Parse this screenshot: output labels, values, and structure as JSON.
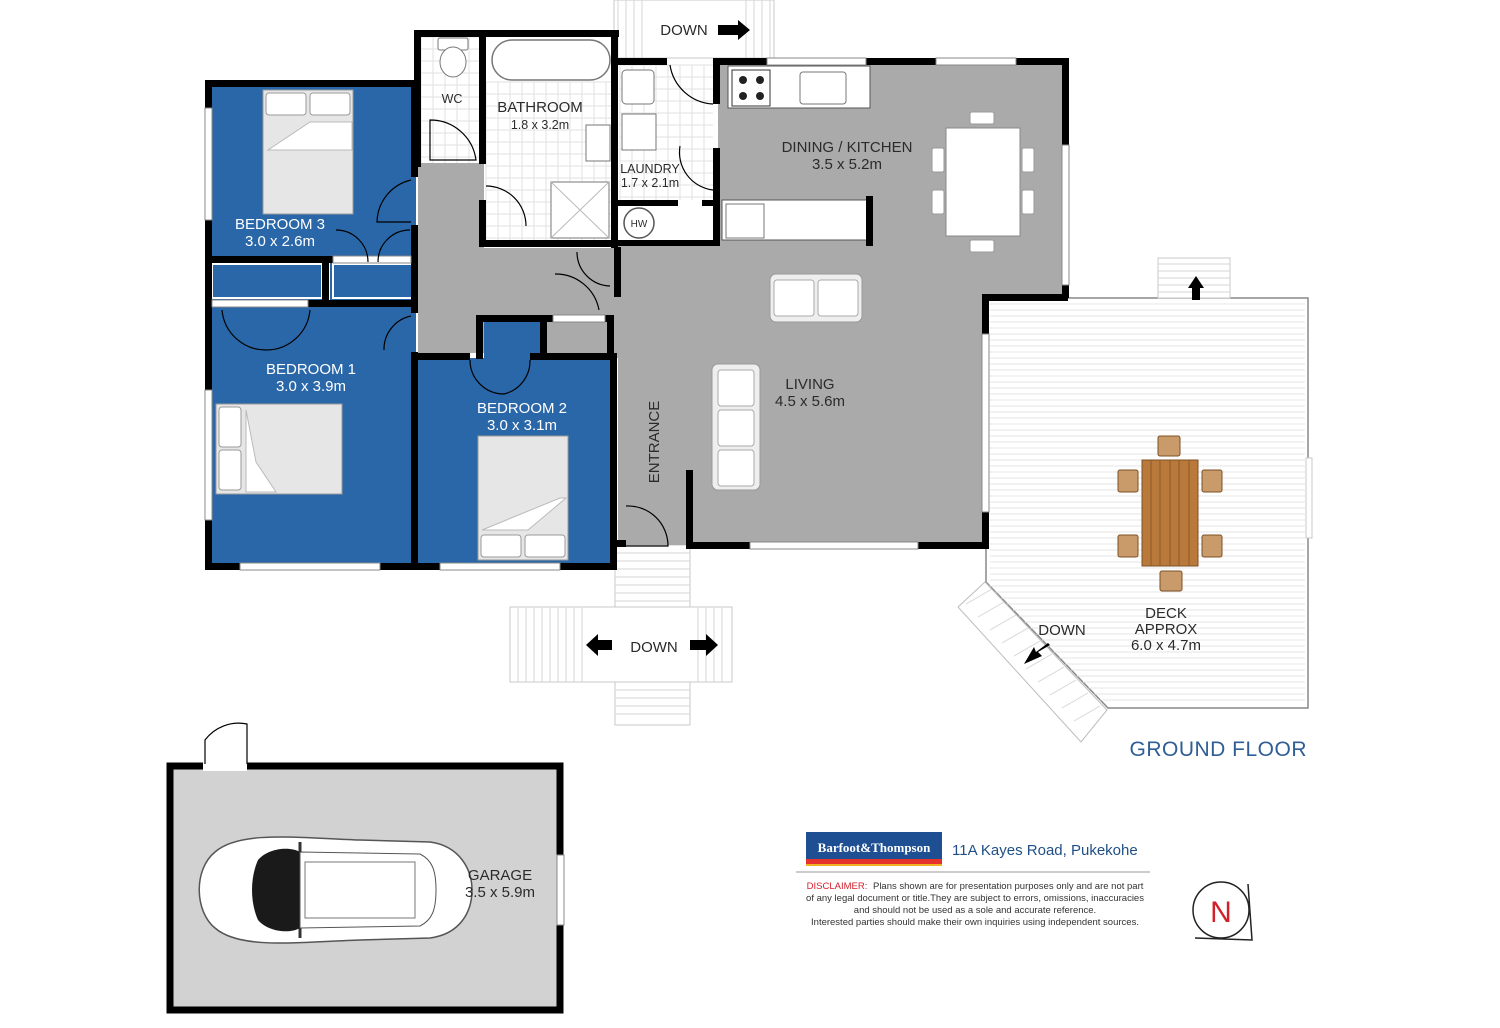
{
  "plan_title": "GROUND FLOOR",
  "address": "11A Kayes Road, Pukekohe",
  "brand_logo_text": "Barfoot&Thompson",
  "disclaimer": {
    "label": "DISCLAIMER:",
    "line1": "Plans shown are for presentation purposes only and are not part",
    "line2": "of any legal document or title.They are subject to errors, omissions, inaccuracies",
    "line3": "and should not be used as a sole and accurate reference.",
    "line4": "Interested parties should make their own inquiries using independent sources."
  },
  "compass_label": "N",
  "rooms": {
    "bedroom3": {
      "name": "BEDROOM 3",
      "size": "3.0 x 2.6m"
    },
    "bedroom1": {
      "name": "BEDROOM 1",
      "size": "3.0 x 3.9m"
    },
    "bedroom2": {
      "name": "BEDROOM 2",
      "size": "3.0 x 3.1m"
    },
    "wc": {
      "name": "WC"
    },
    "bathroom": {
      "name": "BATHROOM",
      "size": "1.8 x 3.2m"
    },
    "laundry": {
      "name": "LAUNDRY",
      "size": "1.7 x 2.1m"
    },
    "hot_water": {
      "name": "HW"
    },
    "dining_kitchen": {
      "name": "DINING / KITCHEN",
      "size": "3.5 x 5.2m"
    },
    "living": {
      "name": "LIVING",
      "size": "4.5 x 5.6m"
    },
    "entrance": {
      "name": "ENTRANCE"
    },
    "deck": {
      "name": "DECK",
      "qualifier": "APPROX",
      "size": "6.0 x 4.7m"
    },
    "garage": {
      "name": "GARAGE",
      "size": "3.5 x 5.9m"
    }
  },
  "stairs": {
    "top": "DOWN",
    "front": "DOWN",
    "deck": "DOWN"
  },
  "colors": {
    "bedroom_blue": "#2a67a8",
    "floor_grey": "#aaaaaa",
    "garage_grey": "#d2d2d2",
    "title_blue": "#2f5d95",
    "logo_blue": "#1f4f93",
    "logo_stripe": "#e5322d",
    "logo_stripe2": "#f0b323"
  }
}
